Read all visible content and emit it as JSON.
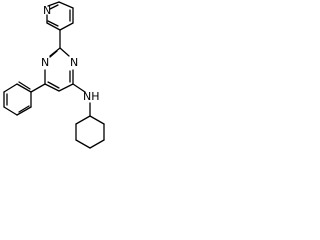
{
  "molecule": {
    "atoms": {
      "pyridine_n": "N",
      "pyrimidine_n_upper": "N",
      "pyrimidine_n_lower": "N",
      "amine_nh": "NH"
    }
  },
  "colors": {
    "bond": "#000000",
    "label": "#000000",
    "background": "#ffffff"
  }
}
